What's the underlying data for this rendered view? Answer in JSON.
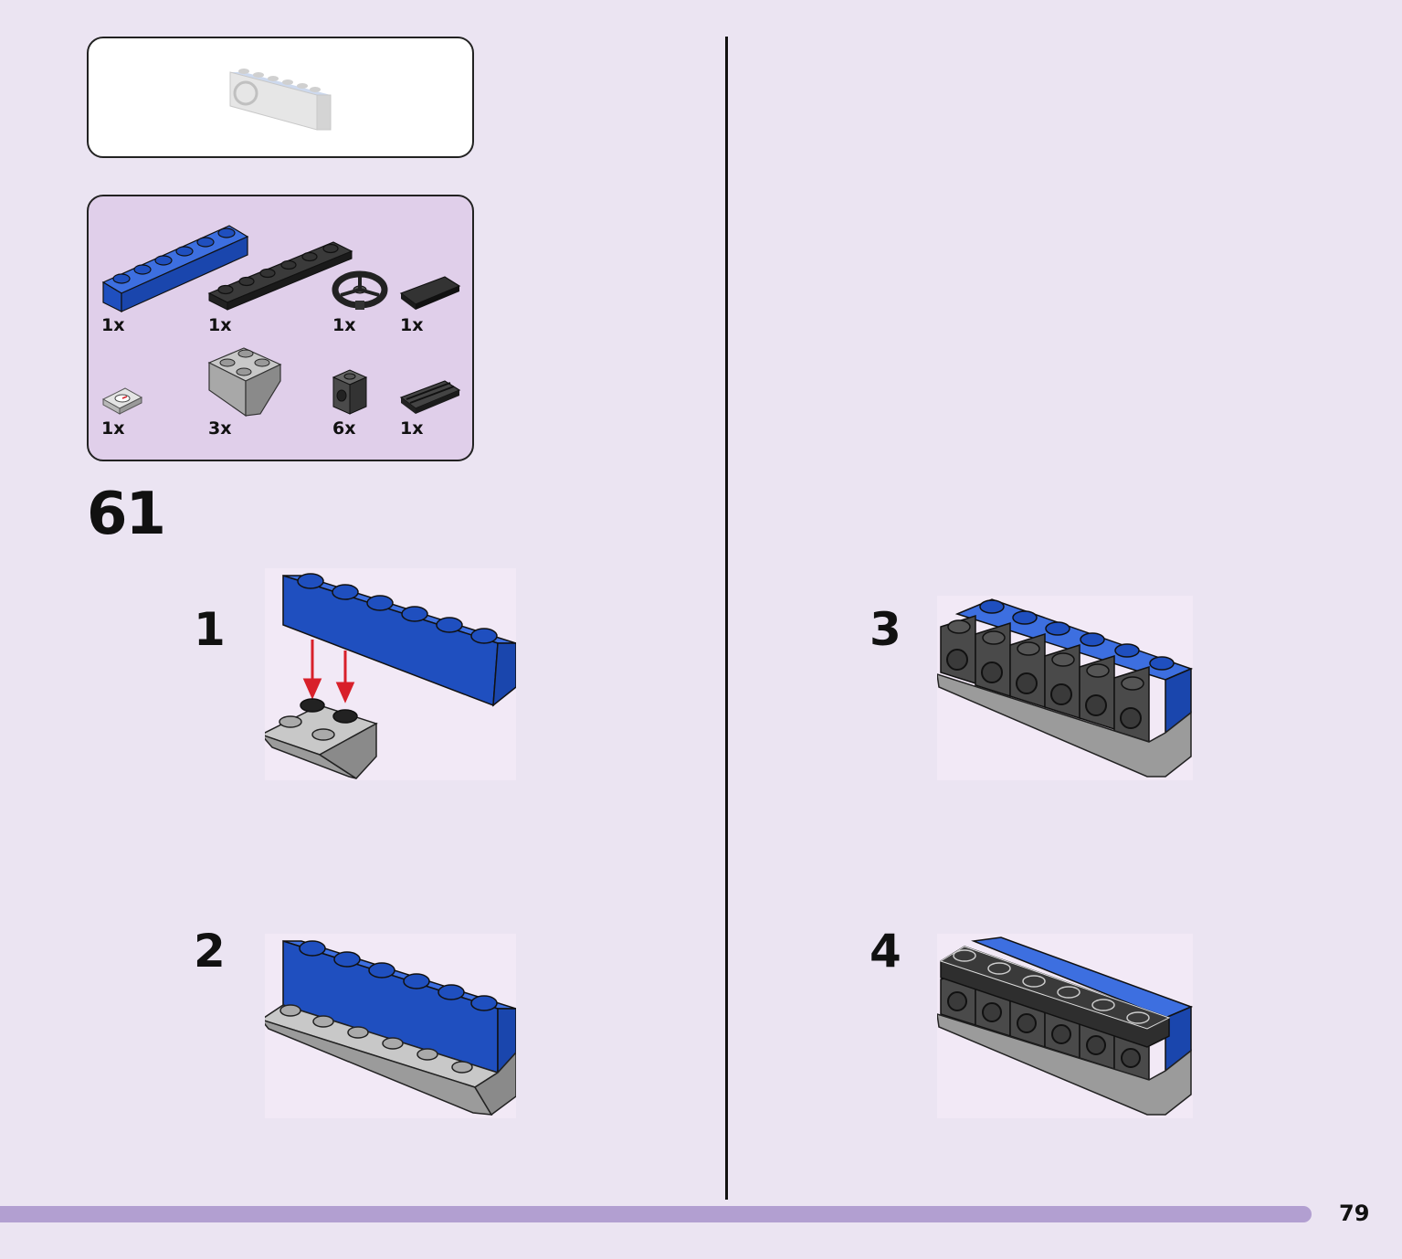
{
  "step": {
    "number": "61"
  },
  "parts": [
    {
      "qty": "1x",
      "part": "blue-brick-1x6",
      "color": "#1f4fbf"
    },
    {
      "qty": "1x",
      "part": "black-plate-1x6",
      "color": "#2a2a2a"
    },
    {
      "qty": "1x",
      "part": "steering-wheel",
      "color": "#2a2a2a"
    },
    {
      "qty": "1x",
      "part": "black-tile-1x2",
      "color": "#2a2a2a"
    },
    {
      "qty": "1x",
      "part": "printed-tile-gauge",
      "color": "#cfcfcf"
    },
    {
      "qty": "3x",
      "part": "gray-slope-inverted-2x2",
      "color": "#a9a9a9"
    },
    {
      "qty": "6x",
      "part": "dark-gray-brick-1x1-with-stud",
      "color": "#4a4a4a"
    },
    {
      "qty": "1x",
      "part": "black-grille-tile-1x2",
      "color": "#2a2a2a"
    }
  ],
  "substeps": [
    {
      "number": "1"
    },
    {
      "number": "2"
    },
    {
      "number": "3"
    },
    {
      "number": "4"
    }
  ],
  "page": {
    "number": "79"
  },
  "colors": {
    "background": "#ebe4f2",
    "parts_box": "#e0cfea",
    "progress": "#b29fd1",
    "blue_brick": "#1f4fbf",
    "arrow": "#d8202a"
  }
}
